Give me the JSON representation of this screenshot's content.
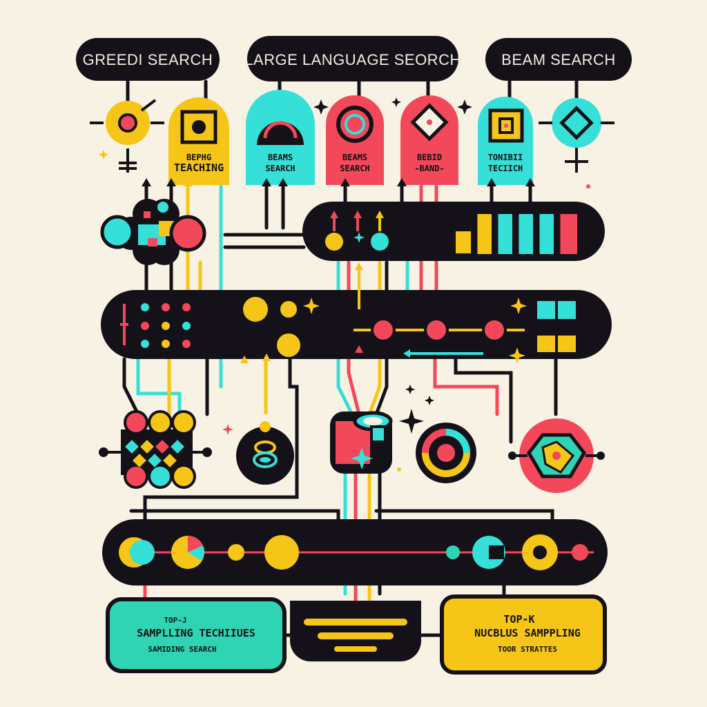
{
  "colors": {
    "background": "#f8f2e4",
    "dark": "#141218",
    "yellow": "#f5c518",
    "cyan": "#35e0d8",
    "red": "#f2485a",
    "teal": "#2fd4b4"
  },
  "header_pills": {
    "left": "GREEDI SEARCH",
    "center": "LARGE LANGUAGE SEORCH",
    "right": "BEAM SEARCH"
  },
  "badges": [
    {
      "line1": "BEPHG",
      "line2": "TEACHING",
      "color": "#f5c518"
    },
    {
      "line1": "BEAMS",
      "line2": "SEARCH",
      "color": "#35e0d8"
    },
    {
      "line1": "BEAMS",
      "line2": "SEARCH",
      "color": "#f2485a"
    },
    {
      "line1": "BEBID",
      "line2": "-BAND-",
      "color": "#f2485a"
    },
    {
      "line1": "TONIBII",
      "line2": "TECIICH",
      "color": "#35e0d8"
    }
  ],
  "bottom_boxes": {
    "left": {
      "line1": "TOP-J",
      "line2": "SAMPLLING TECHIIUES",
      "line3": "SAMIDING SEARCH"
    },
    "right": {
      "line1": "TOP-K",
      "line2": "NUCBLUS SAMPPLING",
      "line3": "TOOR STRATTES"
    }
  },
  "icons": [
    "sun-node-icon",
    "target-icon",
    "diamond-icon",
    "eye-icon",
    "cylinder-icon",
    "gem-icon"
  ]
}
